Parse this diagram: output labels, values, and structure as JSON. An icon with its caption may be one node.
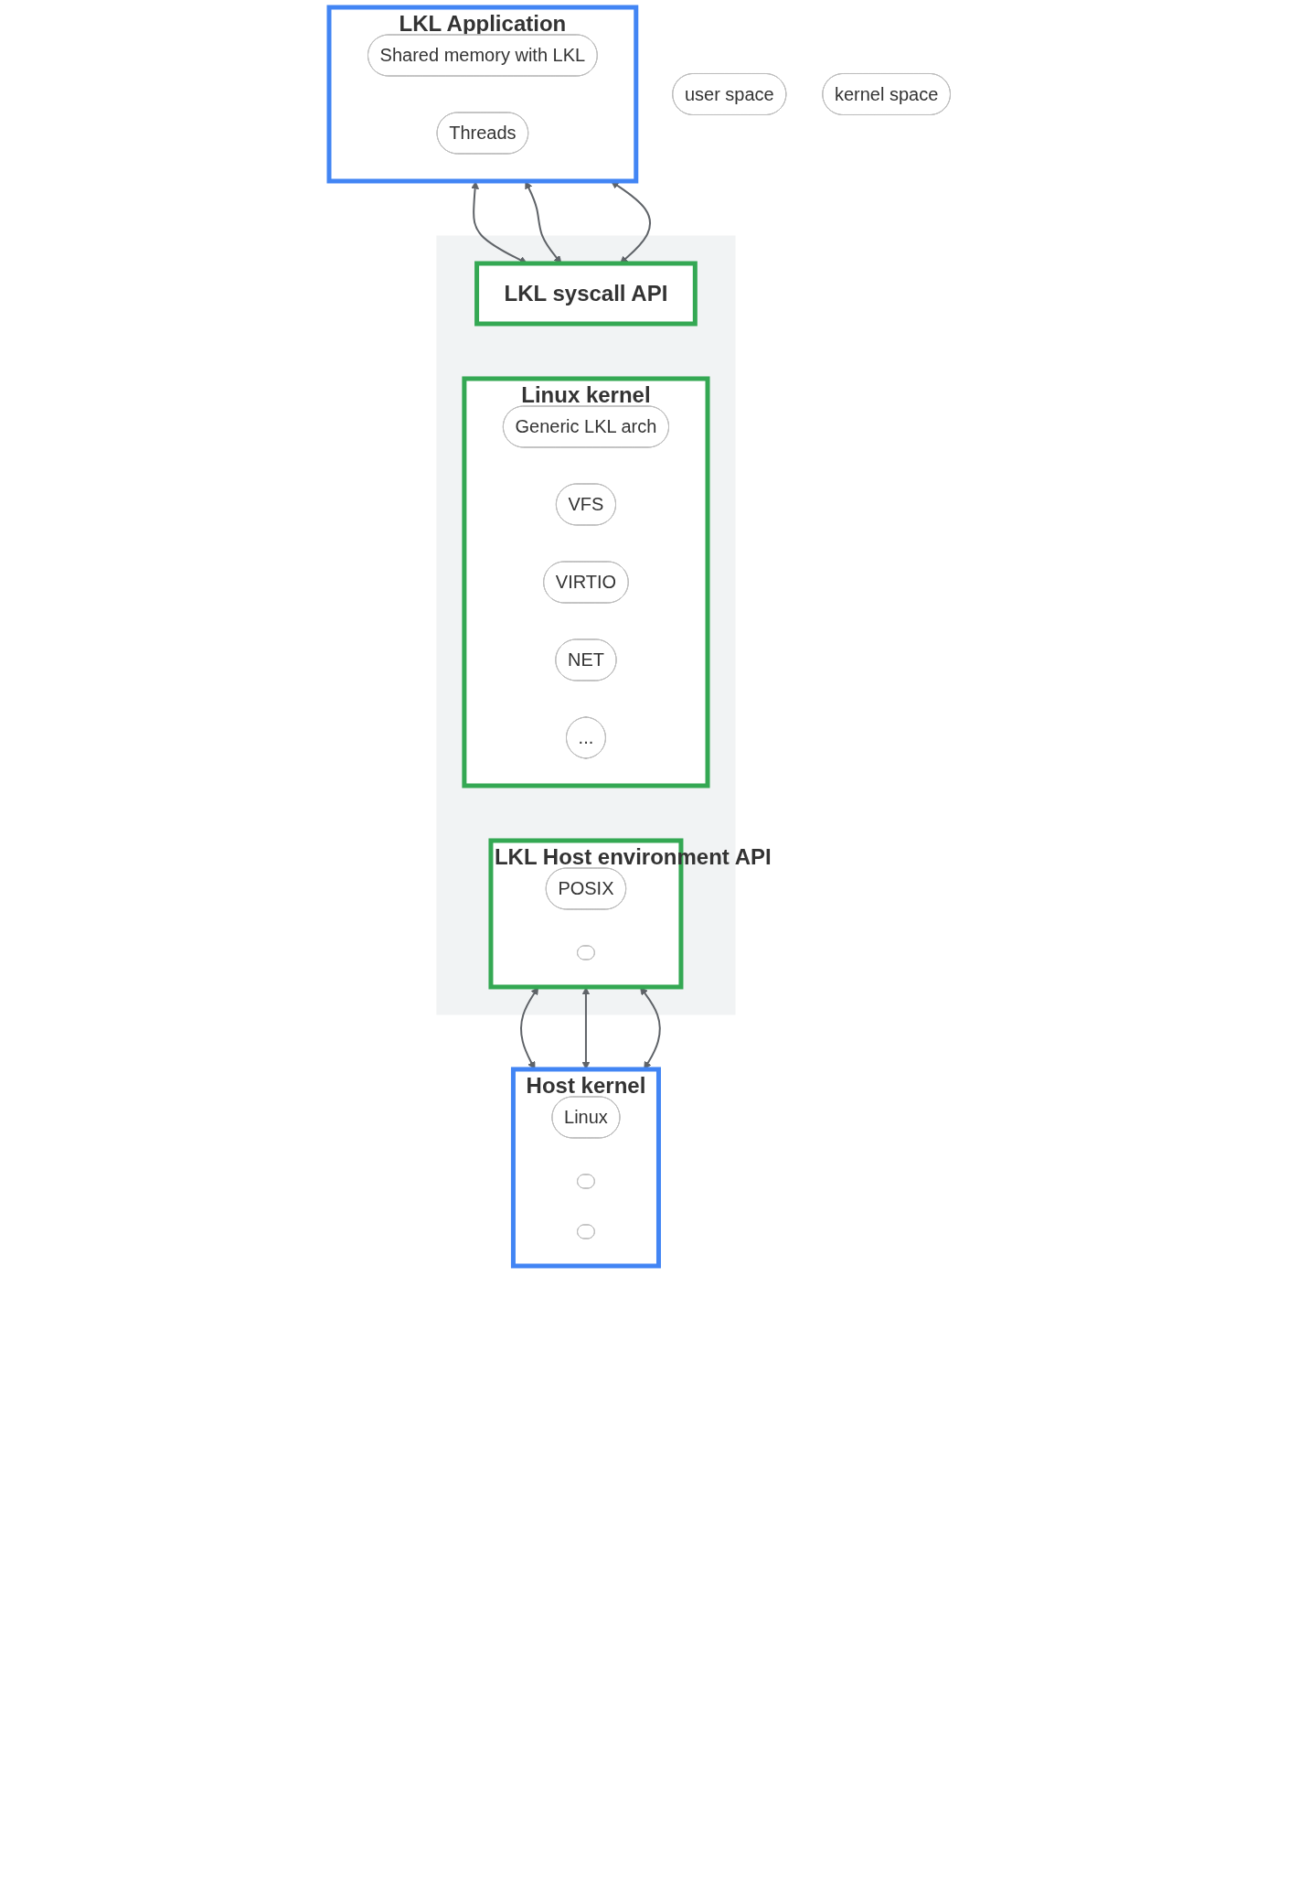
{
  "diagram": {
    "nodes": [
      {
        "text": [
          "LKL Application"
        ]
      },
      {
        "text": [
          "Shared memory with LKL"
        ],
        "in": 0
      },
      {
        "text": [
          "Threads"
        ],
        "in": 0
      },
      {
        "text": [],
        "shape": "box"
      },
      {
        "text": [
          "LKL syscall API"
        ],
        "in": 3
      },
      {
        "text": [
          "Linux kernel"
        ],
        "in": 3
      },
      {
        "text": [
          "Generic LKL arch"
        ],
        "in": 5
      },
      {
        "text": [
          "VFS"
        ],
        "in": 5
      },
      {
        "text": [
          "VIRTIO"
        ],
        "in": 5
      },
      {
        "text": [
          "NET"
        ],
        "in": 5
      },
      {
        "text": [
          "..."
        ],
        "in": 5
      },
      {
        "text": [
          "LKL Host environment API"
        ],
        "in": 3
      },
      {
        "text": [
          "POSIX"
        ],
        "in": 11
      },
      {
        "text": [],
        "shape": "box",
        "in": 11
      },
      {
        "text": [
          "user space"
        ]
      },
      {
        "text": [
          "kernel space"
        ]
      },
      {
        "text": [
          "Host kernel"
        ]
      },
      {
        "text": [
          "Linux"
        ],
        "in": 16
      },
      {
        "text": [],
        "shape": "box",
        "in": 16
      },
      {
        "text": [],
        "shape": "box",
        "in": 16
      }
    ],
    "edges": [
      {
        "from": 0,
        "to": 4,
        "arrow": "both"
      },
      {
        "from": 0,
        "to": 4,
        "arrow": "both"
      },
      {
        "from": 0,
        "to": 4,
        "arrow": "both"
      },
      {
        "from": 11,
        "to": 16,
        "arrow": "both"
      },
      {
        "from": 11,
        "to": 16,
        "arrow": "both"
      },
      {
        "from": 11,
        "to": 16,
        "arrow": "both"
      }
    ]
  }
}
